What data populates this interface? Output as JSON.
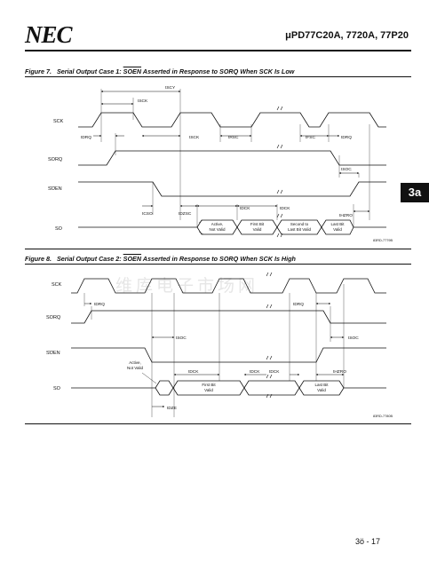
{
  "header": {
    "logo": "NEC",
    "part_number": "μPD77C20A, 7720A, 77P20"
  },
  "section_tab": "3a",
  "watermark": "维库电子市场网",
  "page_number": "3ö - 17",
  "figure7": {
    "number": "Figure 7.",
    "caption_pre": "Serial Output Case 1: ",
    "caption_ovl": "SOEN",
    "caption_post": " Asserted in Response to SORQ When SCK Is Low",
    "signals": {
      "sck": "SCK",
      "sorq": "SORQ",
      "soen": "SOEN",
      "so": "SO"
    },
    "timings": {
      "scy": "tSCY",
      "sck1": "tSCK",
      "drq1": "tDRQ",
      "sck2": "tSCK",
      "rsc": "tRSC",
      "fsc": "tFSC",
      "drq2": "tDRQ",
      "soc": "tSOC",
      "cso": "tCSO",
      "dzsc": "tDZSC",
      "dck1": "tDCK",
      "dck2": "tDCK",
      "hzro": "tHZRO"
    },
    "boxes": {
      "b1a": "Active,",
      "b1b": "Not Valid",
      "b2a": "First Bit",
      "b2b": "Valid",
      "b3a": "Second to",
      "b3b": "Last Bit Valid",
      "b4a": "Last Bit",
      "b4b": "Valid"
    },
    "drawing_code": "83RD-7779B"
  },
  "figure8": {
    "number": "Figure 8.",
    "caption_pre": "Serial Output Case 2: ",
    "caption_ovl": "SOEN",
    "caption_post": " Asserted in Response to SORQ When SCK Is High",
    "signals": {
      "sck": "SCK",
      "sorq": "SORQ",
      "soen": "SOEN",
      "so": "SO"
    },
    "timings": {
      "drq1": "tDRQ",
      "drq2": "tDRQ",
      "soc1": "tSOC",
      "soc2": "tSOC",
      "dck1": "tDCK",
      "dck2": "tDCK",
      "dck3": "tDCK",
      "hzro": "tHZRO",
      "dze": "tDZE"
    },
    "boxes": {
      "active_a": "Active,",
      "active_b": "Not Valid",
      "b1a": "First Bit",
      "b1b": "Valid",
      "b2a": "Last Bit",
      "b2b": "Valid"
    },
    "drawing_code": "83RD-7780B"
  }
}
